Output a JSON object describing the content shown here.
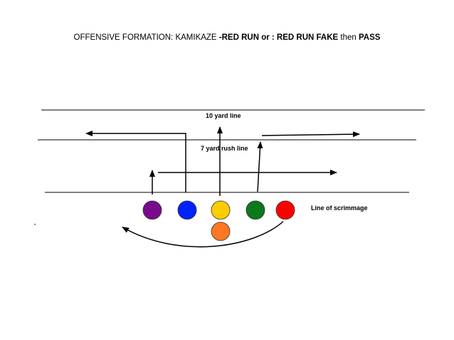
{
  "title": {
    "prefix": "OFFENSIVE FORMATION: KAMIKAZE ",
    "part1": "-RED RUN or : RED RUN FAKE",
    "part2": " then ",
    "part3": "PASS"
  },
  "lines": {
    "ten_yard": "10 yard line",
    "rush": "7 yard rush line",
    "scrimmage": "Line of scrimmage"
  },
  "players": [
    {
      "color": "#7a0a8c"
    },
    {
      "color": "#0022ff"
    },
    {
      "color": "#ffcc00"
    },
    {
      "color": "#0a7a1a"
    },
    {
      "color": "#ff0000"
    },
    {
      "color": "#ff7722"
    }
  ]
}
